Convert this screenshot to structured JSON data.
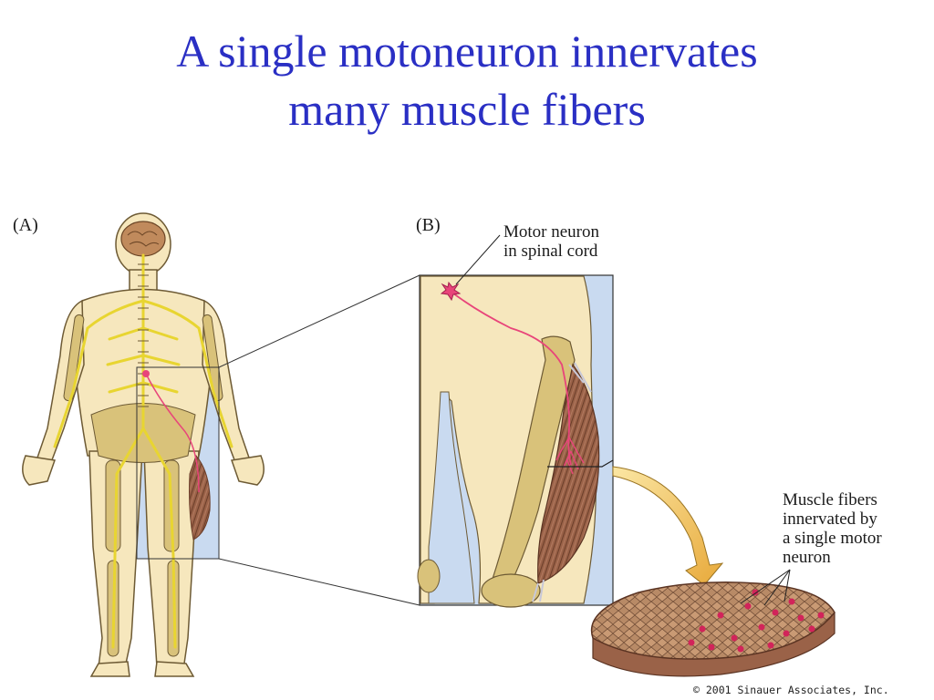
{
  "slide": {
    "title_line1": "A single motoneuron innervates",
    "title_line2": "many muscle fibers",
    "title_color": "#2a2fc4"
  },
  "figure": {
    "panel_a_label": "(A)",
    "panel_b_label": "(B)",
    "motor_neuron_label_line1": "Motor neuron",
    "motor_neuron_label_line2": "in spinal cord",
    "muscle_fibers_label_line1": "Muscle fibers",
    "muscle_fibers_label_line2": "innervated by",
    "muscle_fibers_label_line3": "a single motor",
    "muscle_fibers_label_line4": "neuron",
    "copyright": "© 2001 Sinauer Associates, Inc.",
    "colors": {
      "skin": "#f6e7bd",
      "bone": "#d9c27a",
      "nerve": "#f2e13a",
      "neuron": "#e8457a",
      "muscle": "#9a6248",
      "background_highlight": "#c9daf0",
      "arrow": "#f0c15a"
    }
  }
}
